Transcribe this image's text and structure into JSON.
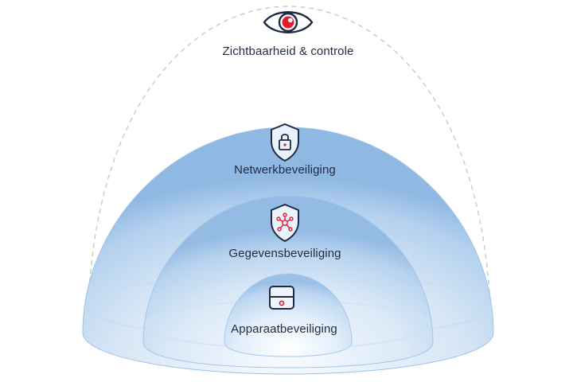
{
  "layers": {
    "visibility": {
      "label": "Zichtbaarheid & controle",
      "icon": "eye-icon",
      "accent": "#e11d2e"
    },
    "network": {
      "label": "Netwerkbeveiliging",
      "icon": "shield-lock-icon"
    },
    "data": {
      "label": "Gegevensbeveiliging",
      "icon": "shield-network-icon"
    },
    "device": {
      "label": "Apparaatbeveiliging",
      "icon": "device-icon"
    }
  },
  "colors": {
    "dome_light": "#eef5fc",
    "dome_mid": "#bcd6ef",
    "dome_edge": "#8fb8e3",
    "outline_dashed": "#c9c9c9",
    "icon_stroke": "#1f2a44",
    "accent": "#e11d2e",
    "text": "#1f2a44"
  }
}
